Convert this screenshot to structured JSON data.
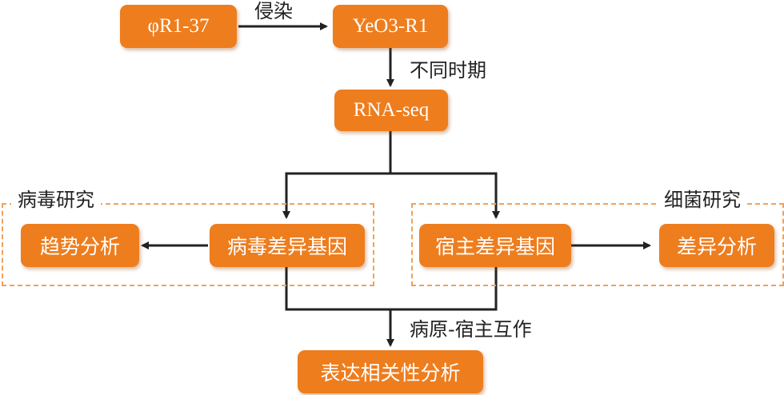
{
  "nodes": {
    "phage": "φR1-37",
    "host": "YeO3-R1",
    "rnaseq": "RNA-seq",
    "virus_genes": "病毒差异基因",
    "host_genes": "宿主差异基因",
    "trend": "趋势分析",
    "diff": "差异分析",
    "corr": "表达相关性分析"
  },
  "edge_labels": {
    "infect": "侵染",
    "timepoints": "不同时期",
    "interaction": "病原-宿主互作"
  },
  "regions": {
    "virus_study": "病毒研究",
    "bacteria_study": "细菌研究"
  },
  "colors": {
    "node_fill": "#ee7d1e",
    "node_text": "#ffffff",
    "arrow": "#222222",
    "region_border": "#f0a25a"
  }
}
